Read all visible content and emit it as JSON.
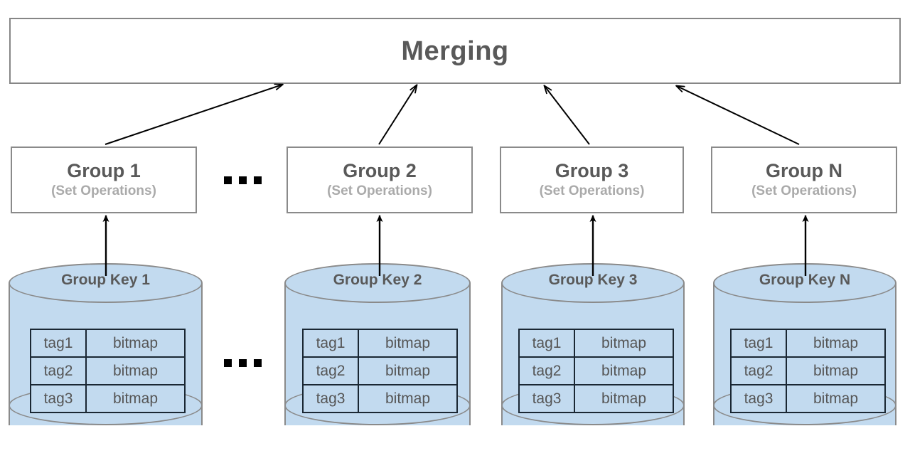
{
  "diagram": {
    "title": "Merging",
    "merging": {
      "label": "Merging"
    },
    "groups": [
      {
        "title": "Group 1",
        "subtitle": "(Set Operations)"
      },
      {
        "title": "Group 2",
        "subtitle": "(Set Operations)"
      },
      {
        "title": "Group 3",
        "subtitle": "(Set Operations)"
      },
      {
        "title": "Group N",
        "subtitle": "(Set Operations)"
      }
    ],
    "stores": [
      {
        "label": "Group Key 1",
        "rows": [
          {
            "tag": "tag1",
            "value": "bitmap"
          },
          {
            "tag": "tag2",
            "value": "bitmap"
          },
          {
            "tag": "tag3",
            "value": "bitmap"
          }
        ]
      },
      {
        "label": "Group Key 2",
        "rows": [
          {
            "tag": "tag1",
            "value": "bitmap"
          },
          {
            "tag": "tag2",
            "value": "bitmap"
          },
          {
            "tag": "tag3",
            "value": "bitmap"
          }
        ]
      },
      {
        "label": "Group Key 3",
        "rows": [
          {
            "tag": "tag1",
            "value": "bitmap"
          },
          {
            "tag": "tag2",
            "value": "bitmap"
          },
          {
            "tag": "tag3",
            "value": "bitmap"
          }
        ]
      },
      {
        "label": "Group Key N",
        "rows": [
          {
            "tag": "tag1",
            "value": "bitmap"
          },
          {
            "tag": "tag2",
            "value": "bitmap"
          },
          {
            "tag": "tag3",
            "value": "bitmap"
          }
        ]
      }
    ],
    "ellipsis_glyph": "...",
    "colors": {
      "cylinder_fill": "#c2daef",
      "cylinder_stroke": "#8a8a8a",
      "box_stroke": "#868686",
      "title_text": "#595959",
      "subtitle_text": "#aaaaaa",
      "table_text": "#555555",
      "table_stroke": "#1a2733",
      "arrow": "#000000",
      "background": "#ffffff"
    }
  }
}
